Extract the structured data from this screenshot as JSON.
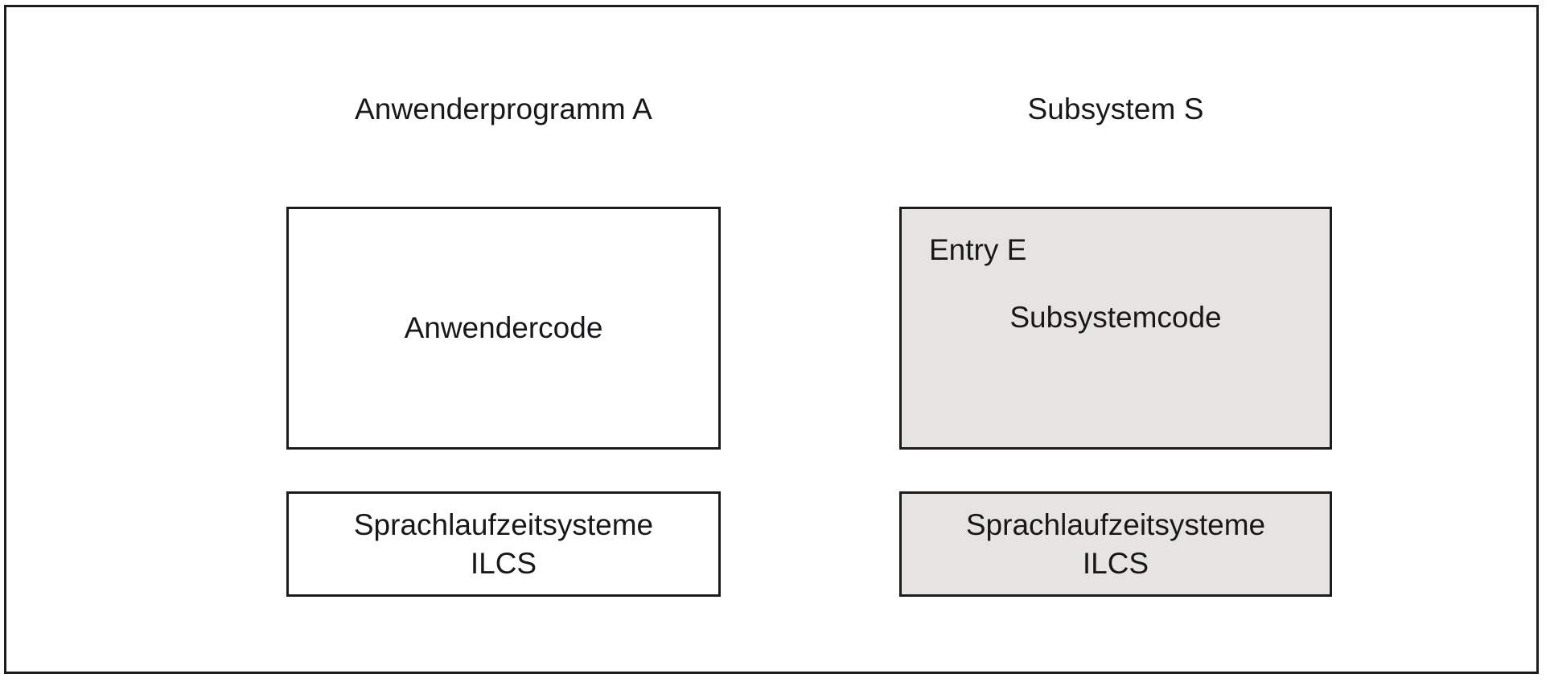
{
  "diagram": {
    "title_left": "Anwenderprogramm A",
    "title_right": "Subsystem S",
    "colors": {
      "frame_stroke": "#1c1c1c",
      "box_stroke": "#1c1c1c",
      "text": "#18181a",
      "plain_fill": "#ffffff",
      "shaded_fill": "#e6e4e0",
      "page_background": "#ffffff"
    },
    "columns": [
      {
        "id": "anwenderprogramm",
        "title": "Anwenderprogramm A",
        "shaded": false,
        "code_box": {
          "label": "Anwendercode"
        },
        "runtime_box": {
          "line1": "Sprachlaufzeitsysteme",
          "line2": "ILCS"
        }
      },
      {
        "id": "subsystem",
        "title": "Subsystem S",
        "shaded": true,
        "code_box": {
          "entry_label": "Entry E",
          "label": "Subsystemcode"
        },
        "runtime_box": {
          "line1": "Sprachlaufzeitsysteme",
          "line2": "ILCS"
        }
      }
    ]
  }
}
